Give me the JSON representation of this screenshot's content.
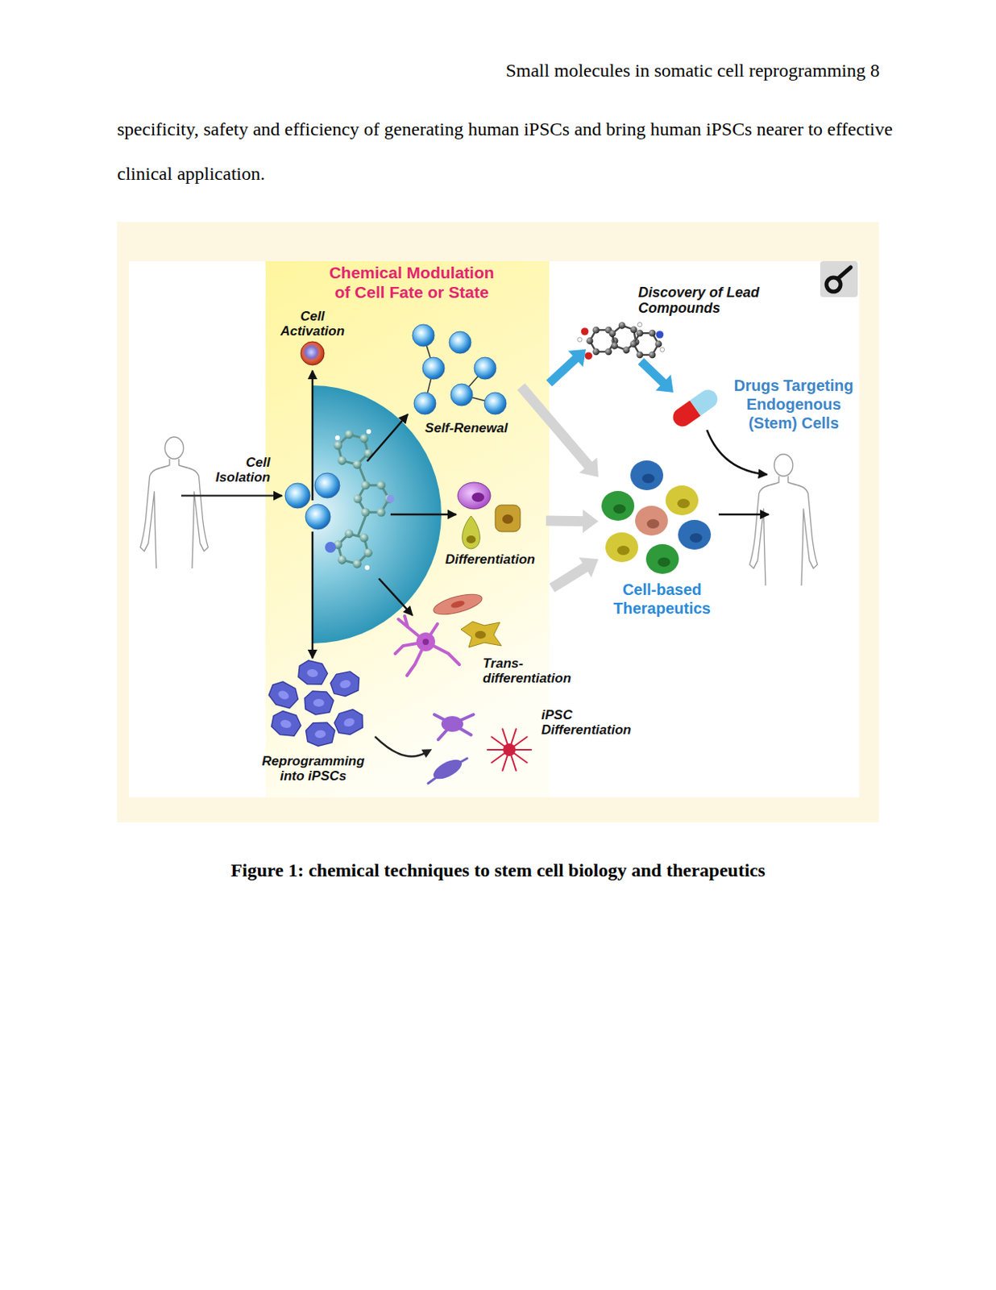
{
  "diagram": {
    "caption": "Figure 1: chemical techniques to stem cell biology and therapeutics",
    "nodes": [
      {
        "text": [
          "Chemical Modulation of Cell Fate or State"
        ]
      },
      {
        "text": [
          "Cell Activation"
        ],
        "in": 0
      },
      {
        "text": [
          "Self-Renewal"
        ],
        "in": 0
      },
      {
        "text": [
          "Differentiation"
        ],
        "in": 0
      },
      {
        "text": [
          "Trans- differentiation"
        ],
        "in": 0
      },
      {
        "text": [
          "Reprogramming into iPSCs"
        ],
        "in": 0
      },
      {
        "text": [
          "iPSC Differentiation"
        ],
        "in": 0
      },
      {
        "text": [
          "Discovery of Lead Compounds"
        ]
      },
      {
        "text": [
          "Drugs Targeting Endogenous (Stem) Cells"
        ]
      },
      {
        "text": [
          "Cell-based Therapeutics"
        ]
      }
    ],
    "edges": [
      {
        "from": 5,
        "to": 6,
        "arrow": "to"
      },
      {
        "from": 2,
        "to": 9,
        "arrow": "to"
      },
      {
        "from": 3,
        "to": 9,
        "arrow": "to"
      },
      {
        "from": 4,
        "to": 9,
        "arrow": "to"
      },
      {
        "from": 0,
        "to": 7,
        "arrow": "to"
      },
      {
        "from": 7,
        "to": 8,
        "arrow": "to"
      }
    ],
    "labels": [
      "Small molecules in somatic cell reprogramming 8",
      "specificity, safety and efficiency of generating human iPSCs and bring human iPSCs nearer to effective clinical application.",
      "Cell Isolation"
    ]
  }
}
